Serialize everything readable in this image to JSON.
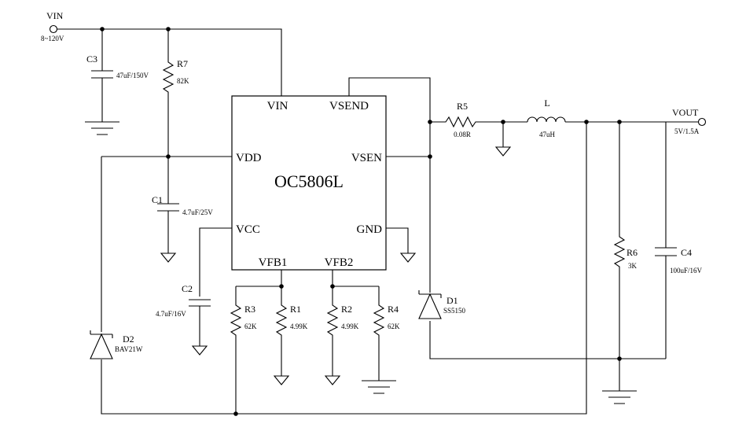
{
  "ic": {
    "name": "OC5806L",
    "pins": {
      "vin": "VIN",
      "vsend": "VSEND",
      "vdd": "VDD",
      "vsen": "VSEN",
      "vcc": "VCC",
      "gnd": "GND",
      "vfb1": "VFB1",
      "vfb2": "VFB2"
    }
  },
  "input": {
    "label": "VIN",
    "range": "8~120V"
  },
  "output": {
    "label": "VOUT",
    "rating": "5V/1.5A"
  },
  "components": {
    "c3": {
      "ref": "C3",
      "value": "47uF/150V"
    },
    "r7": {
      "ref": "R7",
      "value": "82K"
    },
    "c1": {
      "ref": "C1",
      "value": "4.7uF/25V"
    },
    "c2": {
      "ref": "C2",
      "value": "4.7uF/16V"
    },
    "d2": {
      "ref": "D2",
      "value": "BAV21W"
    },
    "r3": {
      "ref": "R3",
      "value": "62K"
    },
    "r1": {
      "ref": "R1",
      "value": "4.99K"
    },
    "r2": {
      "ref": "R2",
      "value": "4.99K"
    },
    "r4": {
      "ref": "R4",
      "value": "62K"
    },
    "r5": {
      "ref": "R5",
      "value": "0.08R"
    },
    "l": {
      "ref": "L",
      "value": "47uH"
    },
    "d1": {
      "ref": "D1",
      "value": "SS5150"
    },
    "r6": {
      "ref": "R6",
      "value": "3K"
    },
    "c4": {
      "ref": "C4",
      "value": "100uF/16V"
    }
  }
}
